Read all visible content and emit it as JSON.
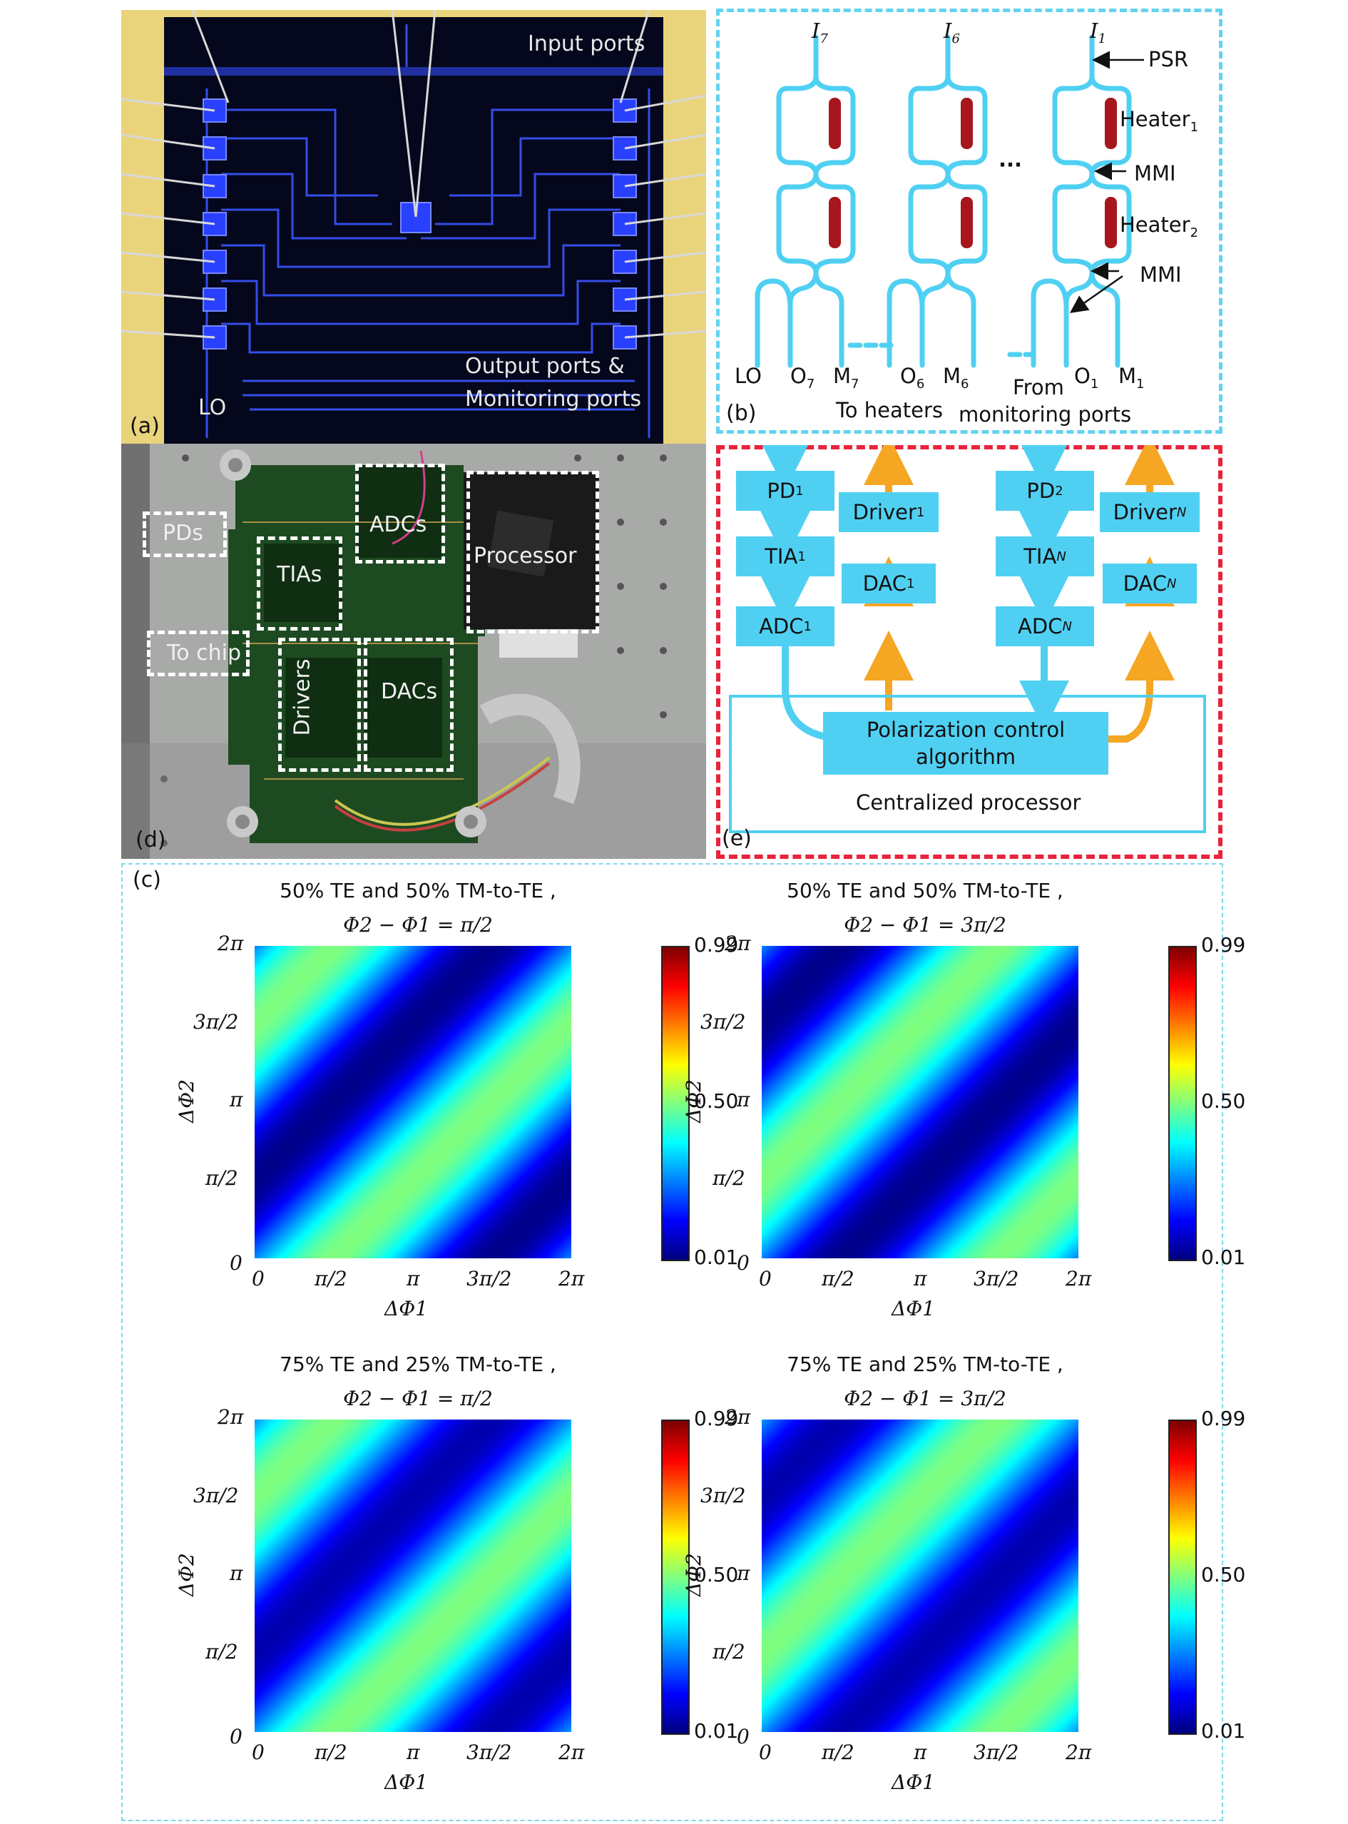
{
  "panel_labels": {
    "a": "(a)",
    "b": "(b)",
    "c": "(c)",
    "d": "(d)",
    "e": "(e)"
  },
  "panel_a": {
    "input_ports": "Input ports",
    "output_ports_line1": "Output ports &",
    "output_ports_line2": "Monitoring ports",
    "lo": "LO"
  },
  "panel_b": {
    "inputs": [
      {
        "i": "I",
        "sub": "7"
      },
      {
        "i": "I",
        "sub": "6"
      },
      {
        "i": "I",
        "sub": "1"
      }
    ],
    "psr": "PSR",
    "heater1": "Heater",
    "heater1_sub": "1",
    "heater2": "Heater",
    "heater2_sub": "2",
    "mmi": "MMI",
    "mmi2": "MMI",
    "ellipsis": "···",
    "lo": "LO",
    "o7": "O",
    "o7_sub": "7",
    "m7": "M",
    "m7_sub": "7",
    "o6": "O",
    "o6_sub": "6",
    "m6": "M",
    "m6_sub": "6",
    "o1": "O",
    "o1_sub": "1",
    "m1": "M",
    "m1_sub": "1",
    "to_heaters": "To heaters",
    "from": "From",
    "monitoring_ports": "monitoring ports"
  },
  "panel_d": {
    "pds": "PDs",
    "tias": "TIAs",
    "adcs": "ADCs",
    "processor": "Processor",
    "to_chip": "To chip",
    "drivers": "Drivers",
    "dacs": "DACs"
  },
  "panel_e": {
    "pd1": "PD",
    "pd1_sub": "1",
    "tia1": "TIA",
    "tia1_sub": "1",
    "adc1": "ADC",
    "adc1_sub": "1",
    "driver1": "Driver",
    "driver1_sub": "1",
    "dac1": "DAC",
    "dac1_sub": "1",
    "pd2": "PD",
    "pd2_sub": "2",
    "tian": "TIA",
    "tian_sub": "N",
    "adcn": "ADC",
    "adcn_sub": "N",
    "drivern": "Driver",
    "drivern_sub": "N",
    "dacn": "DAC",
    "dacn_sub": "N",
    "algorithm_line1": "Polarization control",
    "algorithm_line2": "algorithm",
    "processor": "Centralized processor",
    "colors": {
      "block": "#4fd0f2",
      "feedback": "#f5a623",
      "border": "#e8233a"
    }
  },
  "chart_data": [
    {
      "type": "heatmap",
      "title_line1": "50% TE and 50% TM-to-TE ,",
      "title_line2": "Φ2 − Φ1 = π/2",
      "xlabel": "ΔΦ1",
      "ylabel": "ΔΦ2",
      "xticks": [
        "0",
        "π/2",
        "π",
        "3π/2",
        "2π"
      ],
      "yticks": [
        "0",
        "π/2",
        "π",
        "3π/2",
        "2π"
      ],
      "colorbar": {
        "max": "0.99",
        "mid": "0.50",
        "min": "0.01"
      },
      "te_fraction": 0.5,
      "phase_offset": "π/2",
      "pattern": "max at (3π/2, π/2) and (π/2, 3π/2); min at (π/2, π/2) and (3π/2, 3π/2)"
    },
    {
      "type": "heatmap",
      "title_line1": "50% TE and 50% TM-to-TE ,",
      "title_line2": "Φ2 − Φ1 = 3π/2",
      "xlabel": "ΔΦ1",
      "ylabel": "ΔΦ2",
      "xticks": [
        "0",
        "π/2",
        "π",
        "3π/2",
        "2π"
      ],
      "yticks": [
        "0",
        "π/2",
        "π",
        "3π/2",
        "2π"
      ],
      "colorbar": {
        "max": "0.99",
        "mid": "0.50",
        "min": "0.01"
      },
      "te_fraction": 0.5,
      "phase_offset": "3π/2",
      "pattern": "max at (π/2, π/2) and (3π/2, 3π/2); min at (3π/2, π/2) and (π/2, 3π/2)"
    },
    {
      "type": "heatmap",
      "title_line1": "75% TE and 25% TM-to-TE ,",
      "title_line2": "Φ2 − Φ1 = π/2",
      "xlabel": "ΔΦ1",
      "ylabel": "ΔΦ2",
      "xticks": [
        "0",
        "π/2",
        "π",
        "3π/2",
        "2π"
      ],
      "yticks": [
        "0",
        "π/2",
        "π",
        "3π/2",
        "2π"
      ],
      "colorbar": {
        "max": "0.99",
        "mid": "0.50",
        "min": "0.01"
      },
      "te_fraction": 0.75,
      "phase_offset": "π/2"
    },
    {
      "type": "heatmap",
      "title_line1": "75% TE and 25% TM-to-TE ,",
      "title_line2": "Φ2 − Φ1 = 3π/2",
      "xlabel": "ΔΦ1",
      "ylabel": "ΔΦ2",
      "xticks": [
        "0",
        "π/2",
        "π",
        "3π/2",
        "2π"
      ],
      "yticks": [
        "0",
        "π/2",
        "π",
        "3π/2",
        "2π"
      ],
      "colorbar": {
        "max": "0.99",
        "mid": "0.50",
        "min": "0.01"
      },
      "te_fraction": 0.75,
      "phase_offset": "3π/2"
    }
  ]
}
